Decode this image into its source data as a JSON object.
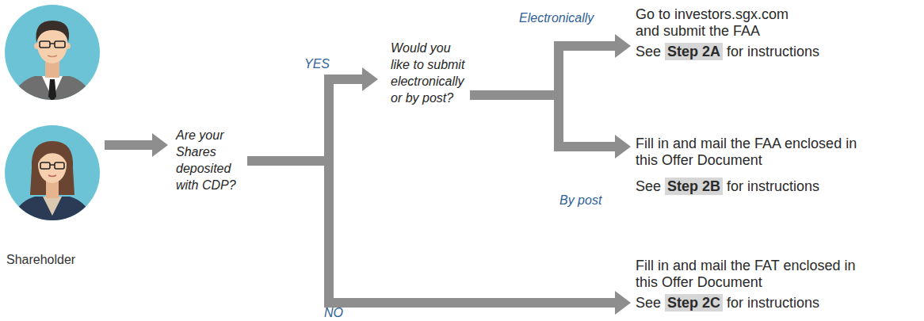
{
  "diagram": {
    "nodes": [
      {
        "text": [
          "Shareholder"
        ]
      },
      {
        "text": [
          "Are your Shares deposited with CDP?"
        ]
      },
      {
        "text": [
          "Would you like to submit electronically or by post?"
        ]
      },
      {
        "text": [
          "Go to investors.sgx.com and submit the FAA",
          "See",
          "Step 2A",
          "for instructions"
        ]
      },
      {
        "text": [
          "Fill in and mail the FAA enclosed in this Offer Document",
          "See",
          "Step 2B",
          "for instructions"
        ]
      },
      {
        "text": [
          "Fill in and mail the FAT enclosed in this Offer Document",
          "See",
          "Step 2C",
          "for instructions"
        ]
      }
    ],
    "edges": [
      {
        "from": 0,
        "to": 1,
        "arrow": "to"
      },
      {
        "from": 1,
        "to": 2,
        "label": "YES",
        "arrow": "to"
      },
      {
        "from": 2,
        "to": 3,
        "label": "Electronically",
        "arrow": "to"
      },
      {
        "from": 2,
        "to": 4,
        "label": "By post",
        "arrow": "to"
      },
      {
        "from": 1,
        "to": 5,
        "label": "NO",
        "arrow": "to"
      }
    ]
  }
}
